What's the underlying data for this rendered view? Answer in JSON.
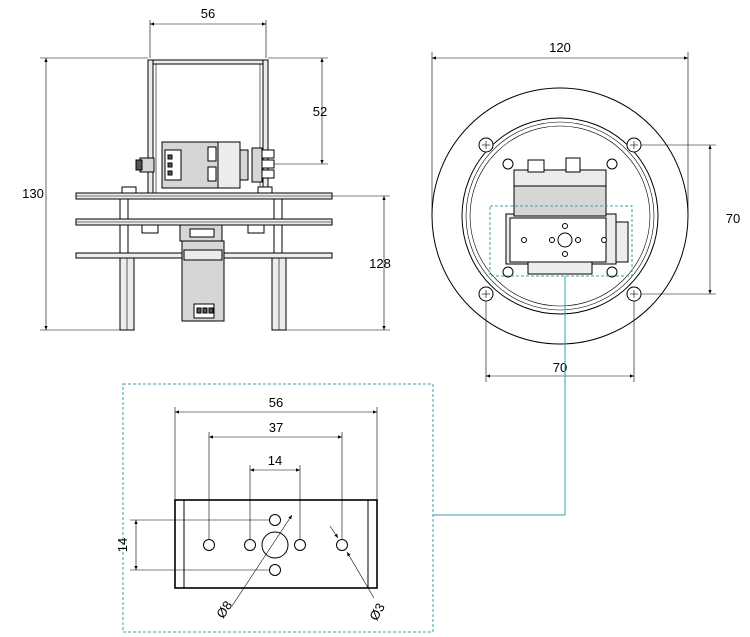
{
  "side_view": {
    "dim_top_width": "56",
    "dim_height_overall": "130",
    "dim_bracket_height": "52",
    "dim_lower_height": "128"
  },
  "top_view": {
    "dim_diameter": "120",
    "dim_screw_vertical": "70",
    "dim_screw_horizontal": "70"
  },
  "detail_view": {
    "dim_width": "56",
    "dim_outer_holes": "37",
    "dim_inner_holes": "14",
    "dim_vertical_holes": "14",
    "dim_center_hole": "Ø8",
    "dim_small_hole": "Ø3"
  },
  "colors": {
    "leader": "#3aa0b0",
    "line": "#000000"
  }
}
